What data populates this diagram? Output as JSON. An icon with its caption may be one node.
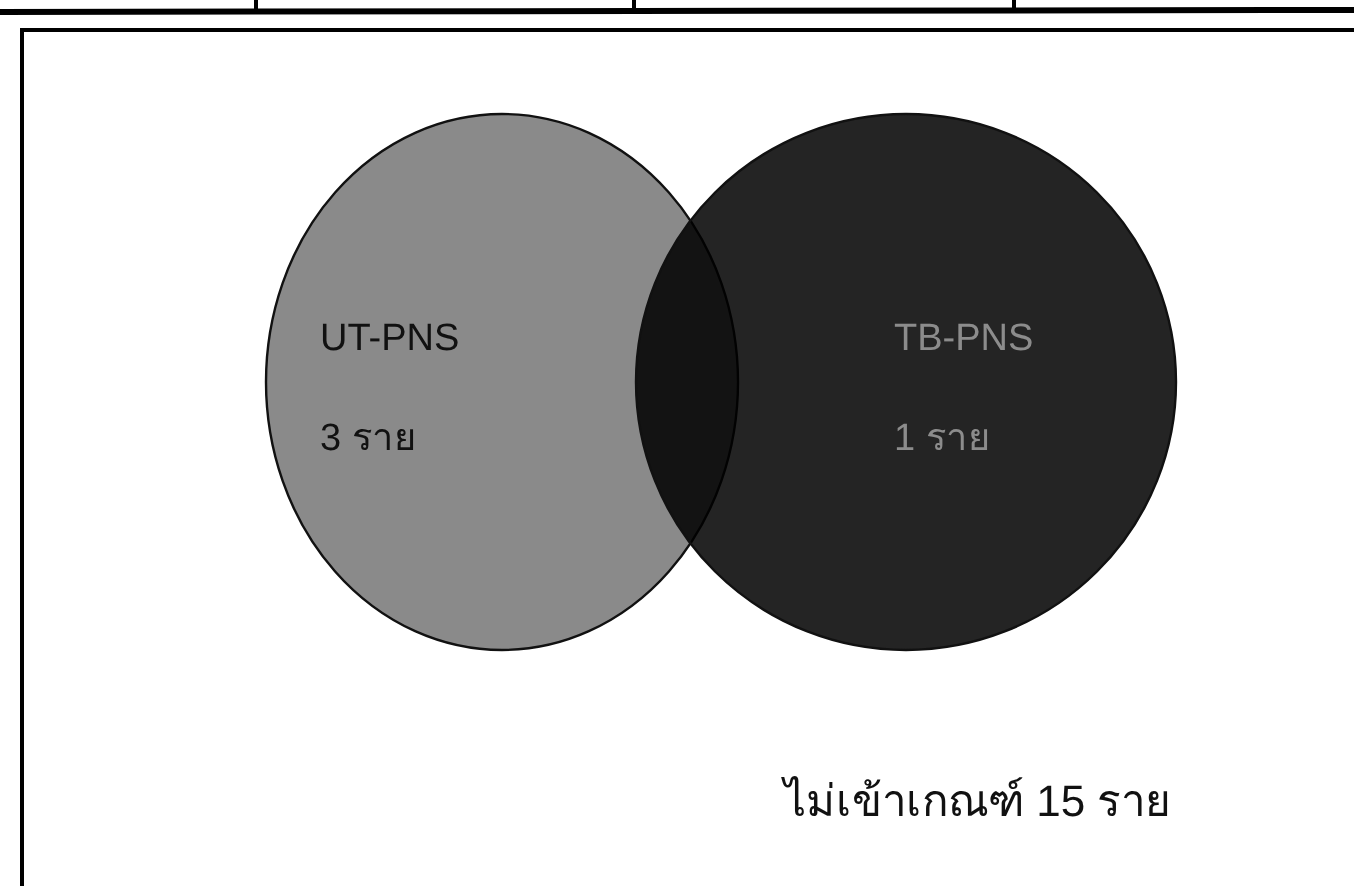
{
  "diagram": {
    "nodes": [
      {
        "text": [
          "ไม่เข้าเกณฑ์ 15 ราย"
        ]
      },
      {
        "text": [
          "UT-PNS",
          "3 ราย"
        ],
        "in": 0
      },
      {
        "text": [
          "TB-PNS",
          "1 ราย"
        ],
        "in": 0
      }
    ],
    "edges": []
  }
}
